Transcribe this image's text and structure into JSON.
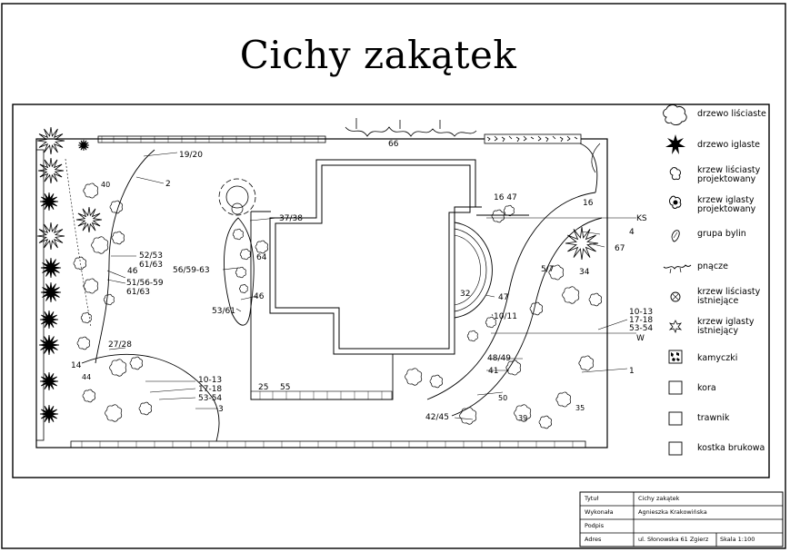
{
  "title": "Cichy zakątek",
  "legend": [
    {
      "icon": "deciduous-tree-icon",
      "label": "drzewo liściaste"
    },
    {
      "icon": "conifer-tree-icon",
      "label": "drzewo iglaste"
    },
    {
      "icon": "deciduous-shrub-icon",
      "label": "krzew liściasty\nprojektowany"
    },
    {
      "icon": "conifer-shrub-icon",
      "label": "krzew iglasty\nprojektowany"
    },
    {
      "icon": "perennial-group-icon",
      "label": "grupa bylin"
    },
    {
      "icon": "vine-icon",
      "label": "pnącze"
    },
    {
      "icon": "existing-deciduous-shrub-icon",
      "label": "krzew liściasty\nistniejące"
    },
    {
      "icon": "existing-conifer-shrub-icon",
      "label": "krzew iglasty\nistniejący"
    },
    {
      "icon": "stones-icon",
      "label": "kamyczki"
    },
    {
      "icon": "bark-icon",
      "label": "kora"
    },
    {
      "icon": "lawn-icon",
      "label": "trawnik"
    },
    {
      "icon": "paving-icon",
      "label": "kostka brukowa"
    }
  ],
  "plan_labels": {
    "l66": "66",
    "l19_20": "19/20",
    "l2": "2",
    "l40": "40",
    "l37_38": "37/38",
    "l52_53": "52/53",
    "l61_63a": "61/63",
    "l46a": "46",
    "l56_59_63": "56/59-63",
    "l64": "64",
    "l51_56_59": "51/56-59",
    "l61_63b": "61/63",
    "l46b": "46",
    "l53_61": "53/61",
    "l27_28": "27/28",
    "l14": "14",
    "l44": "44",
    "l10_13a": "10-13",
    "l17_18a": "17-18",
    "l53_54a": "53-54",
    "l3": "3",
    "l25": "25",
    "l55": "55",
    "l16_47": "16 47",
    "l16": "16",
    "lKS": "KS",
    "l4": "4",
    "l67": "67",
    "l5_7": "5/7",
    "l34": "34",
    "l32": "32",
    "l47": "47",
    "l10_11": "10/11",
    "l10_13b": "10-13",
    "l17_18b": "17-18",
    "l53_54b": "53-54",
    "lW": "W",
    "l48_49": "48/49",
    "l41": "41",
    "l1": "1",
    "l42_45": "42/45",
    "l50": "50",
    "l39": "39",
    "l35": "35"
  },
  "title_block": {
    "rows": [
      {
        "label": "Tytuł",
        "value": "Cichy zakątek"
      },
      {
        "label": "Wykonała",
        "value": "Agnieszka Krakowińska"
      },
      {
        "label": "Podpis",
        "value": ""
      },
      {
        "label": "Adres",
        "value": "ul. Słonowska 61 Zgierz"
      }
    ],
    "scale": "Skala 1:100"
  }
}
